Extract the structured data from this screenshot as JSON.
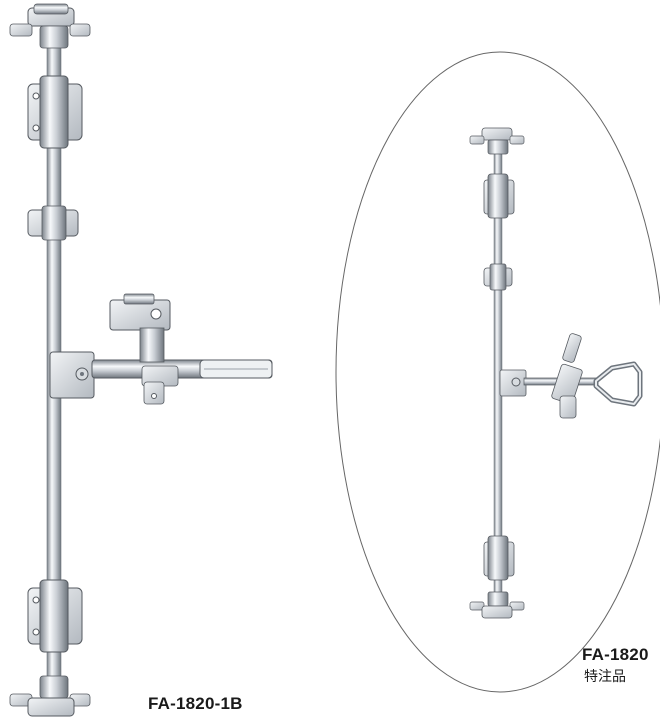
{
  "products": [
    {
      "code": "FA-1820-1B"
    },
    {
      "code": "FA-1820",
      "note": "特注品"
    }
  ],
  "colors": {
    "metal_light": "#f4f6f8",
    "metal_mid": "#b9bfc6",
    "metal_dark": "#6e757d",
    "outline": "#555a60",
    "ellipse": "#666666",
    "background": "#ffffff"
  }
}
